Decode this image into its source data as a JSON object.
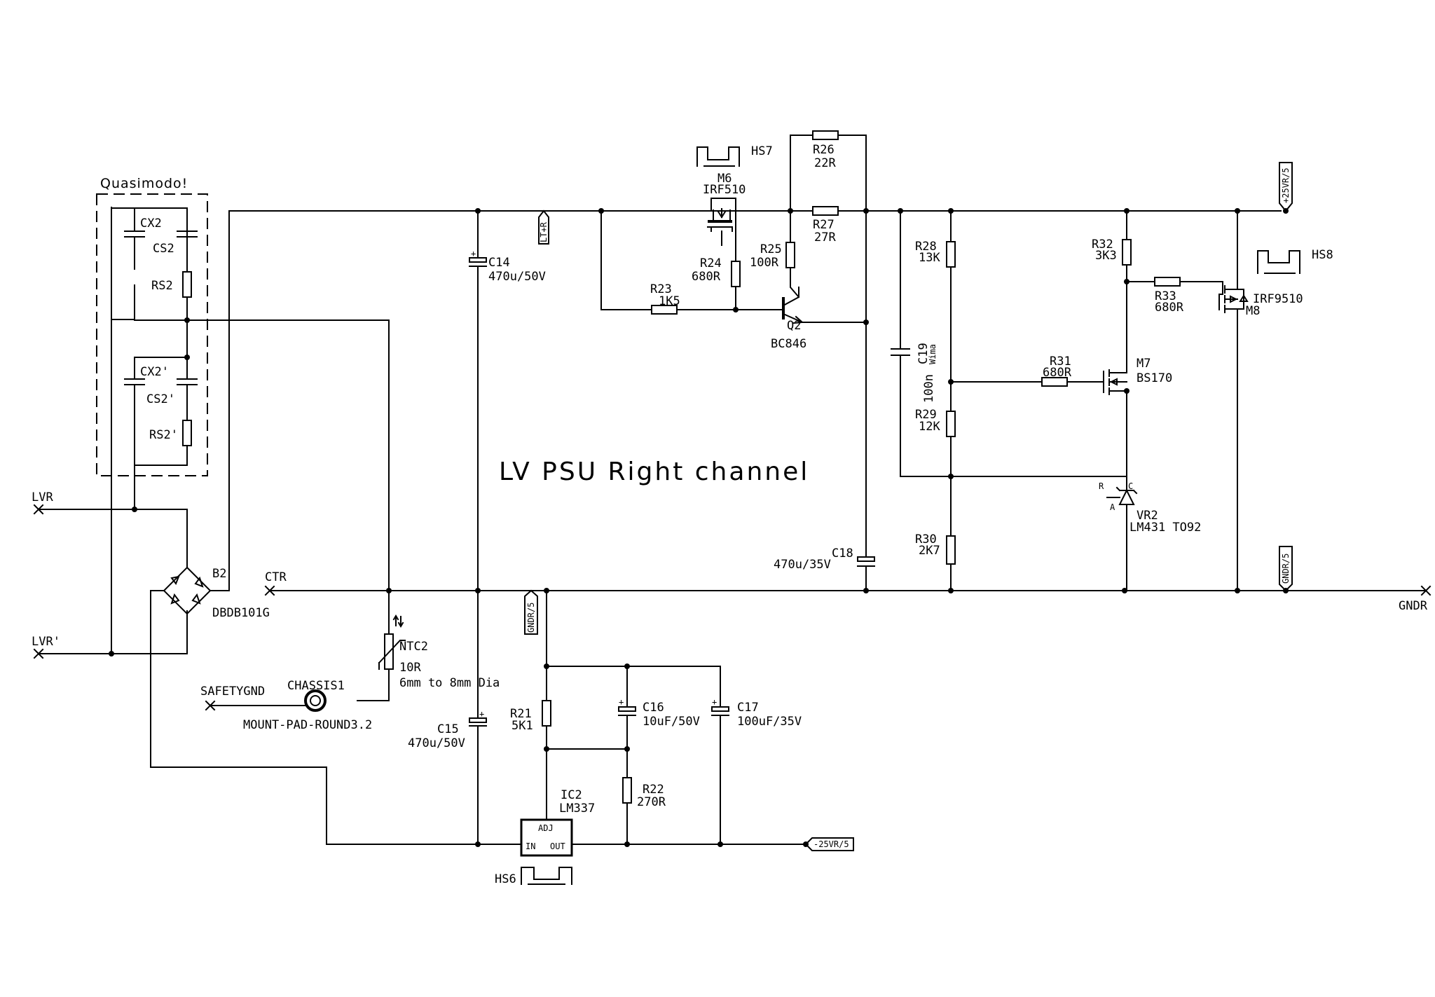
{
  "title": "LV PSU Right channel",
  "group_label": "Quasimodo!",
  "nets": {
    "lvr": "LVR",
    "lvr_prime": "LVR'",
    "ctr": "CTR",
    "safetygnd": "SAFETYGND",
    "gndr": "GNDR",
    "lt_r": "LT+R",
    "p25vr": "+25VR/5",
    "gndr5_top": "GNDR/5",
    "gndr5_right": "GNDR/5",
    "n25vr": "-25VR/5"
  },
  "components": {
    "cx2": "CX2",
    "cs2": "CS2",
    "rs2": "RS2",
    "cx2p": "CX2'",
    "cs2p": "CS2'",
    "rs2p": "RS2'",
    "b2": "B2",
    "b2_val": "DBDB101G",
    "ntc2": "NTC2",
    "ntc2_val": "10R",
    "ntc2_note": "6mm to 8mm Dia",
    "chassis": "CHASSIS1",
    "chassis_val": "MOUNT-PAD-ROUND3.2",
    "c14": "C14",
    "c14_val": "470u/50V",
    "c15": "C15",
    "c15_val": "470u/50V",
    "hs7": "HS7",
    "m6": "M6",
    "m6_val": "IRF510",
    "r26": "R26",
    "r26_val": "22R",
    "r27": "R27",
    "r27_val": "27R",
    "r25": "R25",
    "r25_val": "100R",
    "r24": "R24",
    "r24_val": "680R",
    "r23": "R23",
    "r23_val": "1K5",
    "q2": "Q2",
    "q2_val": "BC846",
    "c18": "C18",
    "c18_val": "470u/35V",
    "c19": "C19",
    "c19_val": "100n",
    "c19_brand": "Wima",
    "r28": "R28",
    "r28_val": "13K",
    "r29": "R29",
    "r29_val": "12K",
    "r30": "R30",
    "r30_val": "2K7",
    "r31": "R31",
    "r31_val": "680R",
    "r32": "R32",
    "r32_val": "3K3",
    "r33": "R33",
    "r33_val": "680R",
    "m7": "M7",
    "m7_val": "BS170",
    "vr2": "VR2",
    "vr2_val": "LM431 TO92",
    "vr2_r": "R",
    "vr2_c": "C",
    "vr2_a": "A",
    "hs8": "HS8",
    "m8": "M8",
    "m8_val": "IRF9510",
    "r21": "R21",
    "r21_val": "5K1",
    "r22": "R22",
    "r22_val": "270R",
    "c16": "C16",
    "c16_val": "10uF/50V",
    "c17": "C17",
    "c17_val": "100uF/35V",
    "ic2": "IC2",
    "ic2_val": "LM337",
    "ic2_adj": "ADJ",
    "ic2_in": "IN",
    "ic2_out": "OUT",
    "hs6": "HS6"
  }
}
